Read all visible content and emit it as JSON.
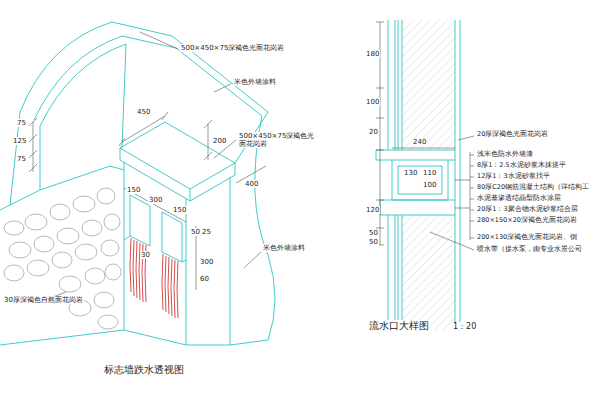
{
  "diagram": {
    "labels": [
      "500×450×75深褐色光面花岗岩",
      "米色外墙涂料",
      "75",
      "125",
      "75",
      "450",
      "200",
      "500×450×75深褐色光面花岗岩",
      "400",
      "150",
      "300",
      "150",
      "30",
      "50",
      "25",
      "300",
      "60",
      "米色外墙涂料",
      "30厚深褐色自然面花岗岩",
      "标志墙跌水透视图",
      "180",
      "100",
      "20",
      "120",
      "50",
      "50",
      "20厚深褐色光面花岗岩",
      "240",
      "130",
      "110",
      "100",
      "浅米色防水外墙漆",
      "8厚1：2.5水泥砂浆木抹搓平",
      "12厚1：3水泥砂浆找平",
      "80厚C20钢筋混凝土结构（详结构工",
      "水泥基渗透结晶型防水涂层",
      "20厚1：3聚合物水泥砂浆结合层",
      "280×150×20深褐色光面花岗岩",
      "200×130深褐色光面花岗岩、倒",
      "喷水带（接水泵，由专业水景公司",
      "流水口大样图",
      "1：20"
    ]
  }
}
